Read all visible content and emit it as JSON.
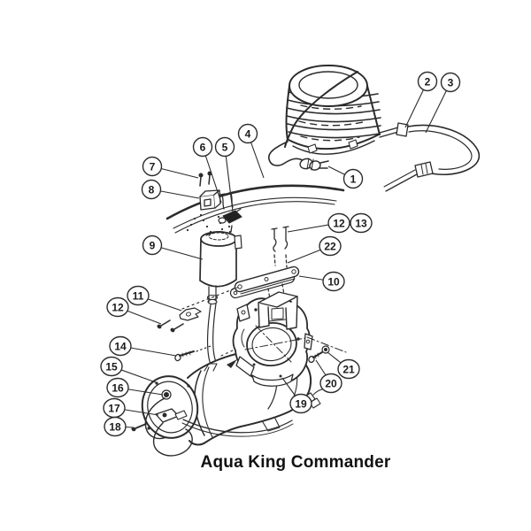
{
  "title": "Aqua King Commander",
  "diagram": {
    "type": "exploded-parts-diagram",
    "line_color": "#2b2b2b",
    "background": "#ffffff",
    "callouts": [
      {
        "label": "1"
      },
      {
        "label": "2"
      },
      {
        "label": "3"
      },
      {
        "label": "4"
      },
      {
        "label": "5"
      },
      {
        "label": "6"
      },
      {
        "label": "7"
      },
      {
        "label": "8"
      },
      {
        "label": "9"
      },
      {
        "label": "10"
      },
      {
        "label": "11"
      },
      {
        "label": "12"
      },
      {
        "label": "12"
      },
      {
        "label": "13"
      },
      {
        "label": "14"
      },
      {
        "label": "15"
      },
      {
        "label": "16"
      },
      {
        "label": "17"
      },
      {
        "label": "18"
      },
      {
        "label": "19"
      },
      {
        "label": "20"
      },
      {
        "label": "21"
      },
      {
        "label": "22"
      }
    ]
  }
}
